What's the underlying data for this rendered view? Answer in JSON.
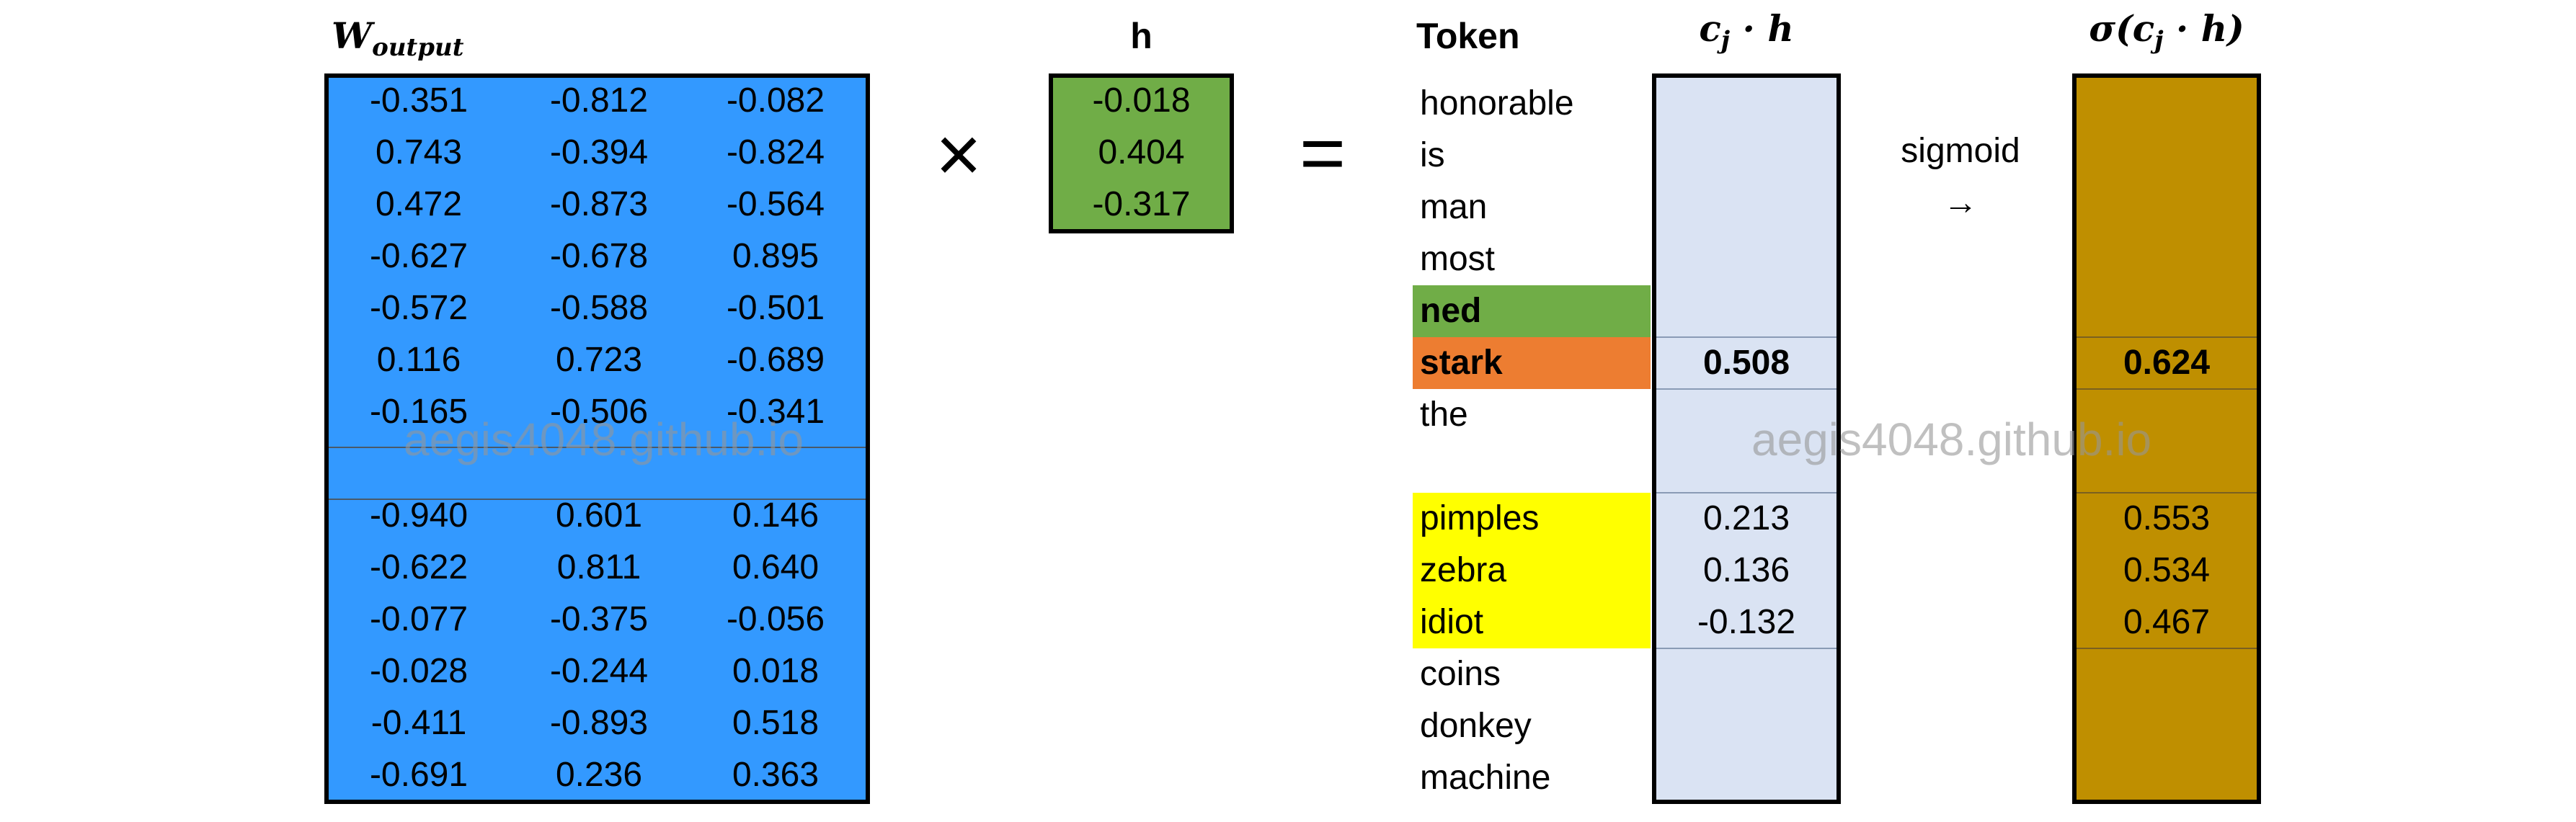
{
  "titles": {
    "w_main": "W",
    "w_sub": "output",
    "h": "h",
    "token": "Token",
    "c_dot": "c",
    "c_sub": "j",
    "c_rest": " · h",
    "sig_pre": "σ(c",
    "sig_sub": "j",
    "sig_rest": " · h)"
  },
  "operators": {
    "times": "×",
    "equals": "="
  },
  "sigmoid_label": "sigmoid",
  "sigmoid_arrow": "→",
  "watermark": "aegis4048.github.io",
  "colors": {
    "w_matrix": "#3399ff",
    "h_vector": "#70ad47",
    "c_column": "#dae3f3",
    "sigma_column": "#bf8f00",
    "highlight_green": "#70ad47",
    "highlight_orange": "#ed7d31",
    "highlight_yellow": "#ffff00"
  },
  "w_matrix": {
    "top_rows": [
      [
        "-0.351",
        "-0.812",
        "-0.082"
      ],
      [
        "0.743",
        "-0.394",
        "-0.824"
      ],
      [
        "0.472",
        "-0.873",
        "-0.564"
      ],
      [
        "-0.627",
        "-0.678",
        "0.895"
      ],
      [
        "-0.572",
        "-0.588",
        "-0.501"
      ],
      [
        "0.116",
        "0.723",
        "-0.689"
      ],
      [
        "-0.165",
        "-0.506",
        "-0.341"
      ]
    ],
    "bottom_rows": [
      [
        "-0.940",
        "0.601",
        "0.146"
      ],
      [
        "-0.622",
        "0.811",
        "0.640"
      ],
      [
        "-0.077",
        "-0.375",
        "-0.056"
      ],
      [
        "-0.028",
        "-0.244",
        "0.018"
      ],
      [
        "-0.411",
        "-0.893",
        "0.518"
      ],
      [
        "-0.691",
        "0.236",
        "0.363"
      ]
    ]
  },
  "h_vector": [
    "-0.018",
    "0.404",
    "-0.317"
  ],
  "tokens": {
    "top": [
      {
        "text": "honorable",
        "highlight": "",
        "bold": false
      },
      {
        "text": "is",
        "highlight": "",
        "bold": false
      },
      {
        "text": "man",
        "highlight": "",
        "bold": false
      },
      {
        "text": "most",
        "highlight": "",
        "bold": false
      },
      {
        "text": "ned",
        "highlight": "#70ad47",
        "bold": true
      },
      {
        "text": "stark",
        "highlight": "#ed7d31",
        "bold": true
      },
      {
        "text": "the",
        "highlight": "",
        "bold": false
      }
    ],
    "bottom": [
      {
        "text": "pimples",
        "highlight": "#ffff00",
        "bold": false
      },
      {
        "text": "zebra",
        "highlight": "#ffff00",
        "bold": false
      },
      {
        "text": "idiot",
        "highlight": "#ffff00",
        "bold": false
      },
      {
        "text": "coins",
        "highlight": "",
        "bold": false
      },
      {
        "text": "donkey",
        "highlight": "",
        "bold": false
      },
      {
        "text": "machine",
        "highlight": "",
        "bold": false
      }
    ]
  },
  "c_values": {
    "stark": "0.508",
    "pimples": "0.213",
    "zebra": "0.136",
    "idiot": "-0.132"
  },
  "sigma_values": {
    "stark": "0.624",
    "pimples": "0.553",
    "zebra": "0.534",
    "idiot": "0.467"
  }
}
